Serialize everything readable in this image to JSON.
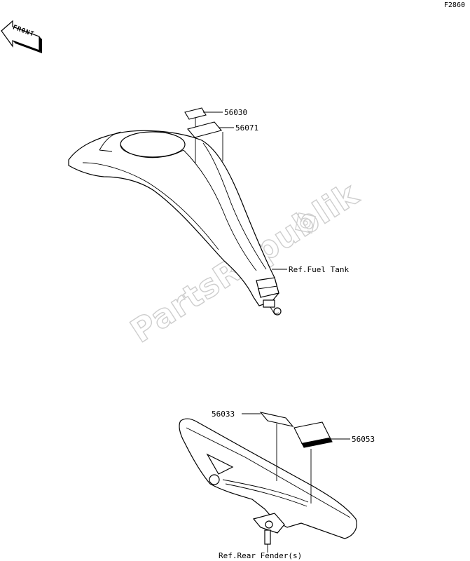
{
  "figure_code": "F2860",
  "front_arrow_label": "FRONT",
  "watermark": "PartsRepublik",
  "labels": {
    "p56030": "56030",
    "p56071": "56071",
    "ref_fuel_tank": "Ref.Fuel Tank",
    "p56033": "56033",
    "p56053": "56053",
    "ref_rear_fender": "Ref.Rear Fender(s)"
  }
}
